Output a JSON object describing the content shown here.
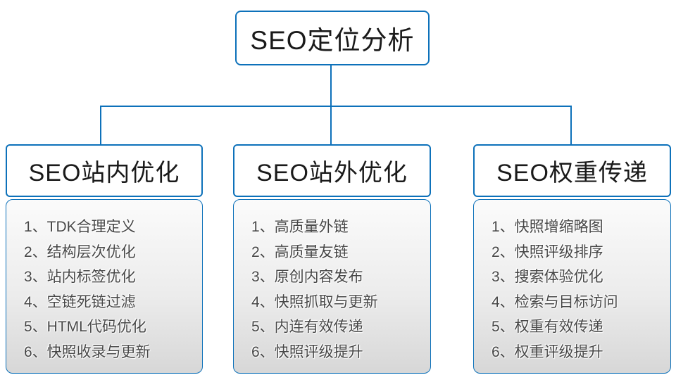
{
  "diagram": {
    "root": {
      "title": "SEO定位分析"
    },
    "columns": [
      {
        "title": "SEO站内优化",
        "items": [
          "1、TDK合理定义",
          "2、结构层次优化",
          "3、站内标签优化",
          "4、空链死链过滤",
          "5、HTML代码优化",
          "6、快照收录与更新"
        ]
      },
      {
        "title": "SEO站外优化",
        "items": [
          "1、高质量外链",
          "2、高质量友链",
          "3、原创内容发布",
          "4、快照抓取与更新",
          "5、内连有效传递",
          "6、快照评级提升"
        ]
      },
      {
        "title": "SEO权重传递",
        "items": [
          "1、快照增缩略图",
          "2、快照评级排序",
          "3、搜索体验优化",
          "4、检索与目标访问",
          "5、权重有效传递",
          "6、权重评级提升"
        ]
      }
    ]
  },
  "colors": {
    "accent": "#0d71ba",
    "text": "#1a1a1a",
    "list_text": "#474747",
    "list_top": "#fbfbfb",
    "list_mid": "#ececec",
    "list_bottom": "#d7d7d7",
    "box_bg": "#ffffff"
  }
}
